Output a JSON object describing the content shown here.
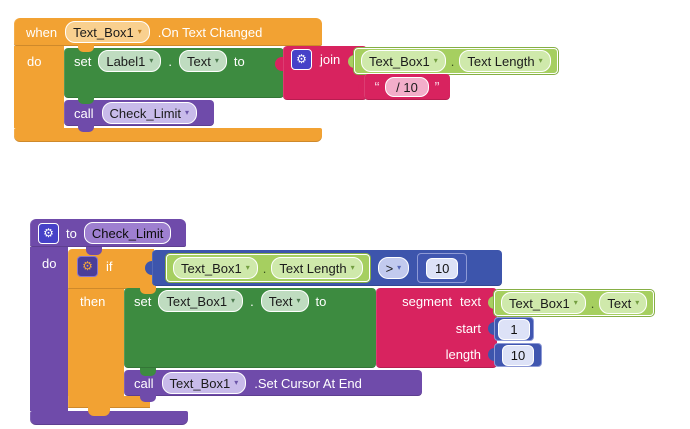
{
  "icons": {
    "gear": "⚙",
    "dropdown": "▾"
  },
  "colors": {
    "event_orange": "#F2A233",
    "setter_green": "#3D8B40",
    "getter_green": "#A6CF60",
    "text_pink": "#D8235F",
    "procedure_purple": "#6F4BAA",
    "math_blue": "#3D55AC"
  },
  "when_block": {
    "when": "when",
    "component": "Text_Box1",
    "event": ".On Text Changed",
    "do": "do",
    "set": {
      "set": "set",
      "component": "Label1",
      "dot": ".",
      "property": "Text",
      "to": "to"
    },
    "join": {
      "label": "join",
      "arg1": {
        "component": "Text_Box1",
        "dot": ".",
        "property": "Text Length"
      },
      "arg2": {
        "open": "“",
        "value": " / 10 ",
        "close": "”"
      }
    },
    "call": {
      "call": "call",
      "procedure": "Check_Limit"
    }
  },
  "proc": {
    "to": "to",
    "name": "Check_Limit",
    "do": "do",
    "if_blk": {
      "if": "if",
      "then": "then",
      "condition": {
        "getter": {
          "component": "Text_Box1",
          "dot": ".",
          "property": "Text Length"
        },
        "operator": ">",
        "value": "10"
      },
      "set": {
        "set": "set",
        "component": "Text_Box1",
        "dot": ".",
        "property": "Text",
        "to": "to"
      },
      "segment": {
        "label": "segment",
        "text": "text",
        "start": "start",
        "length": "length",
        "text_arg": {
          "component": "Text_Box1",
          "dot": ".",
          "property": "Text"
        },
        "start_value": "1",
        "length_value": "10"
      },
      "call": {
        "call": "call",
        "component": "Text_Box1",
        "method": ".Set Cursor At End"
      }
    }
  }
}
